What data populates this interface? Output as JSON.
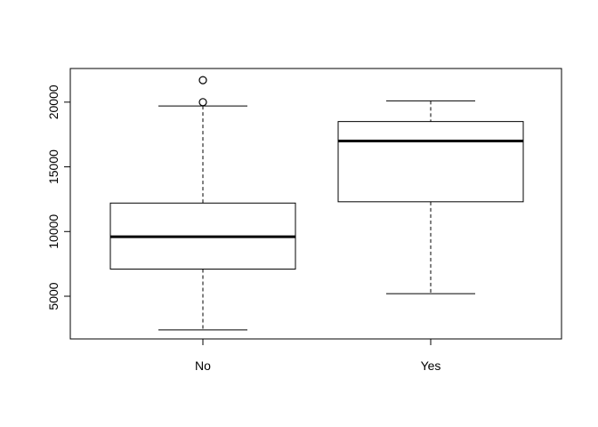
{
  "chart_data": {
    "type": "boxplot",
    "title": "",
    "xlabel": "",
    "ylabel": "",
    "categories": [
      "No",
      "Yes"
    ],
    "ylim": [
      1700,
      22600
    ],
    "y_ticks": [
      5000,
      10000,
      15000,
      20000
    ],
    "y_tick_labels": [
      "5000",
      "10000",
      "15000",
      "20000"
    ],
    "series": [
      {
        "name": "",
        "boxes": [
          {
            "category": "No",
            "whisker_low": 2400,
            "q1": 7100,
            "median": 9600,
            "q3": 12200,
            "whisker_high": 19700,
            "outliers": [
              20000,
              21700
            ]
          },
          {
            "category": "Yes",
            "whisker_low": 5200,
            "q1": 12300,
            "median": 17000,
            "q3": 18500,
            "whisker_high": 20100,
            "outliers": []
          }
        ]
      }
    ],
    "grid": false,
    "legend": "none"
  }
}
